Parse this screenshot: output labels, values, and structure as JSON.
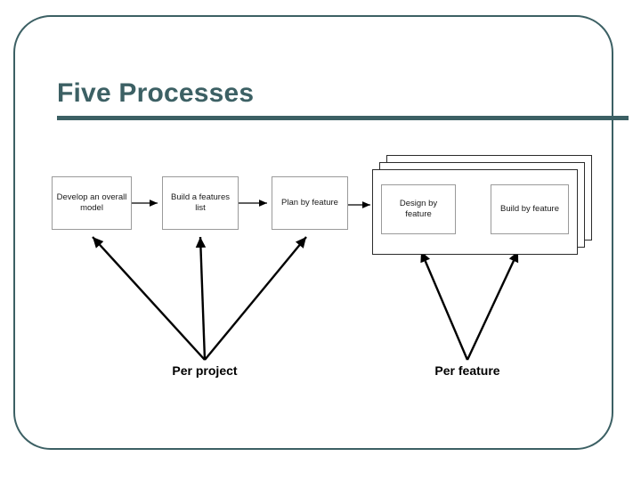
{
  "slide": {
    "title": "Five Processes",
    "frame_color": "#3C6064",
    "title_color": "#3C6064",
    "background": "#ffffff"
  },
  "diagram": {
    "type": "process-flow",
    "process_boxes": [
      {
        "id": "develop-model",
        "label": "Develop an overall model"
      },
      {
        "id": "build-features",
        "label": "Build a features list"
      },
      {
        "id": "plan-feature",
        "label": "Plan by feature"
      },
      {
        "id": "design-feature",
        "label": "Design by feature"
      },
      {
        "id": "build-feature",
        "label": "Build by feature"
      }
    ],
    "iteration_group": {
      "stacked_plates": 3,
      "members": [
        "Design by feature",
        "Build by feature"
      ]
    },
    "labels": [
      {
        "id": "per-project",
        "text": "Per project",
        "points_to": [
          "Develop an overall model",
          "Build a features list",
          "Plan by feature"
        ]
      },
      {
        "id": "per-feature",
        "text": "Per feature",
        "points_to": [
          "Design by feature",
          "Build by feature"
        ]
      }
    ]
  }
}
